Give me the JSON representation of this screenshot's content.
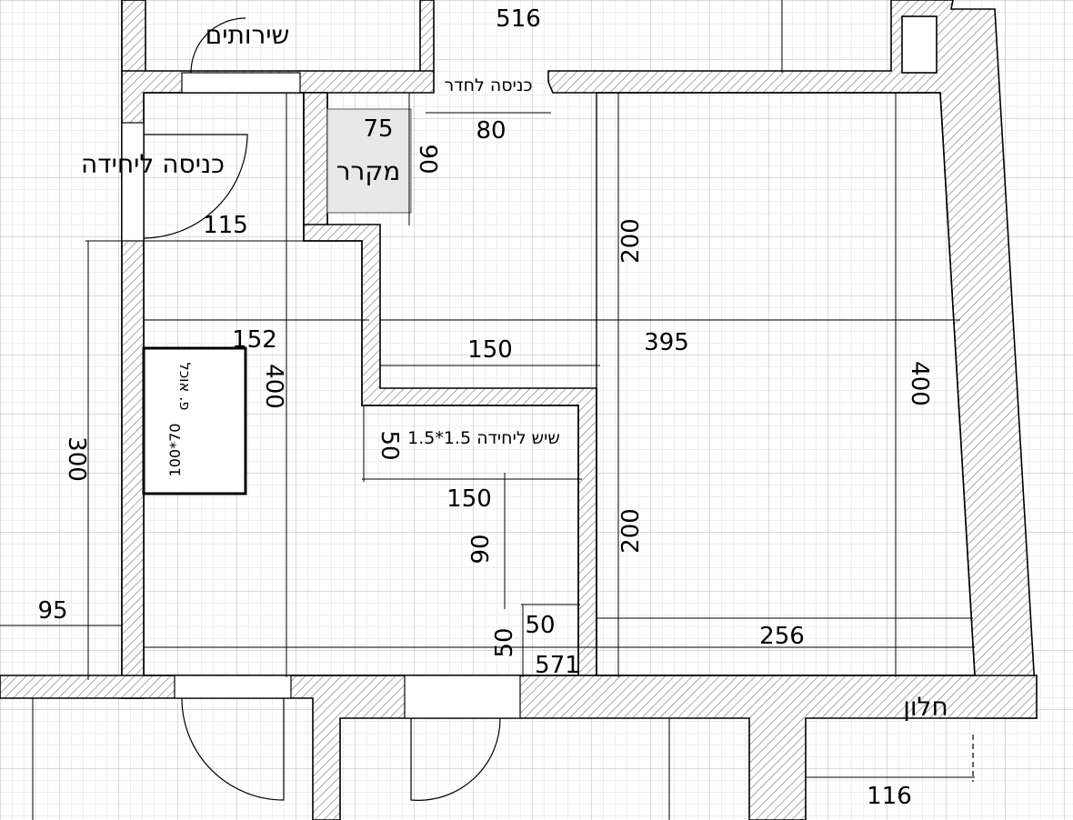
{
  "rooms": {
    "toilets": "שירותים",
    "unit_entrance": "כניסה ליחידה",
    "room_entrance": "כניסה לחדר",
    "fridge": "מקרר",
    "food_corner": "פ. אוכל",
    "food_corner_size": "100*70",
    "tile": "שיש ליחידה 1.5*1.5",
    "window": "חלון"
  },
  "dimensions": {
    "top_516": "516",
    "fridge_75": "75",
    "fridge_90": "90",
    "opening_80": "80",
    "entry_115": "115",
    "width_152": "152",
    "h_400_left": "400",
    "h_300": "300",
    "w_150_mid": "150",
    "w_395": "395",
    "h_200_top": "200",
    "h_400_right": "400",
    "h_50_a": "50",
    "w_150_low": "150",
    "h_90": "90",
    "h_200_bottom": "200",
    "w_50": "50",
    "h_50_b": "50",
    "w_571": "571",
    "w_256": "256",
    "w_95": "95",
    "w_116": "116"
  },
  "colors": {
    "grid_major": "#b4b4b4",
    "grid_minor": "#dedede",
    "wall_hatch": "#7a7a7a",
    "fridge_fill": "#e8e8e8"
  }
}
